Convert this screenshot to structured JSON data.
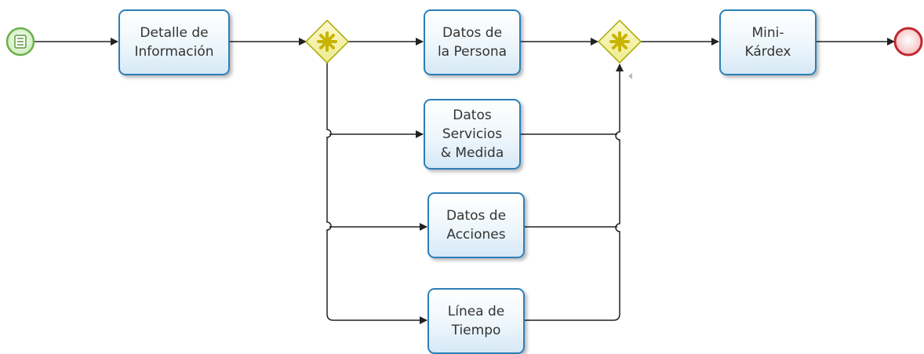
{
  "diagram": {
    "tasks": {
      "detalle": "Detalle de\nInformación",
      "persona": "Datos de\nla Persona",
      "servicios": "Datos\nServicios\n& Medida",
      "acciones": "Datos de\nAcciones",
      "linea": "Línea de\nTiempo",
      "kardex": "Mini-\nKárdex"
    },
    "colors": {
      "task_border": "#2c7fb8",
      "gateway_fill": "#f6f3a0",
      "gateway_stroke": "#a8a800",
      "gateway_marker": "#c8b400",
      "start_fill": "#d9f0c8",
      "start_stroke": "#6ab04c",
      "end_fill": "#f7c9c9",
      "end_stroke": "#c0272d",
      "flow_line": "#222222"
    },
    "start_event_icon": "message-list-icon",
    "gateway_icon": "complex-gateway-asterisk-icon",
    "end_event_icon": "end-circle-icon"
  }
}
